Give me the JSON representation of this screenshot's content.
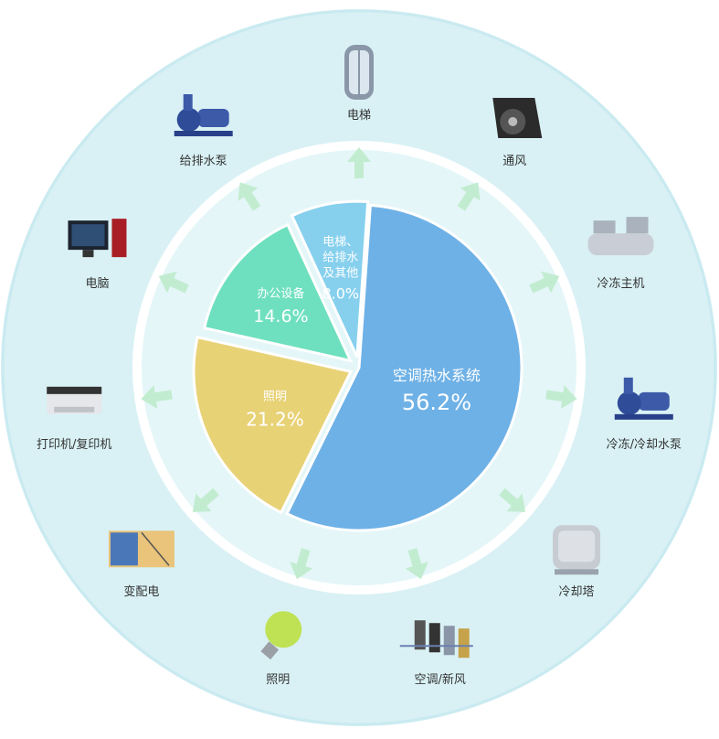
{
  "chart_data": {
    "type": "pie",
    "slices": [
      {
        "label": "空调热水系统",
        "value": 56.2,
        "value_label": "56.2%",
        "color": "#6eb1e6"
      },
      {
        "label": "照明",
        "value": 21.2,
        "value_label": "21.2%",
        "color": "#e8d276"
      },
      {
        "label": "办公设备",
        "value": 14.6,
        "value_label": "14.6%",
        "color": "#6fe0bf"
      },
      {
        "label_lines": [
          "电梯、",
          "给排水",
          "及其他"
        ],
        "value": 8.0,
        "value_label": "8.0%",
        "color": "#86d0ee"
      }
    ]
  },
  "equipment": [
    {
      "label": "电梯",
      "icon": "elevator-icon"
    },
    {
      "label": "通风",
      "icon": "ventilation-fan-icon"
    },
    {
      "label": "冷冻主机",
      "icon": "chiller-icon"
    },
    {
      "label": "冷冻/冷却水泵",
      "icon": "water-pump-icon"
    },
    {
      "label": "冷却塔",
      "icon": "cooling-tower-icon"
    },
    {
      "label": "空调/新风",
      "icon": "air-handler-icon"
    },
    {
      "label": "照明",
      "icon": "light-bulb-icon"
    },
    {
      "label": "变配电",
      "icon": "power-distribution-icon"
    },
    {
      "label": "打印机/复印机",
      "icon": "printer-icon"
    },
    {
      "label": "电脑",
      "icon": "computer-icon"
    },
    {
      "label": "给排水泵",
      "icon": "drainage-pump-icon"
    }
  ],
  "colors": {
    "ring_outer": "#d9f1f5",
    "ring_inner": "#ffffff",
    "arrow": "#c2ecd0",
    "label_text": "#333333"
  }
}
